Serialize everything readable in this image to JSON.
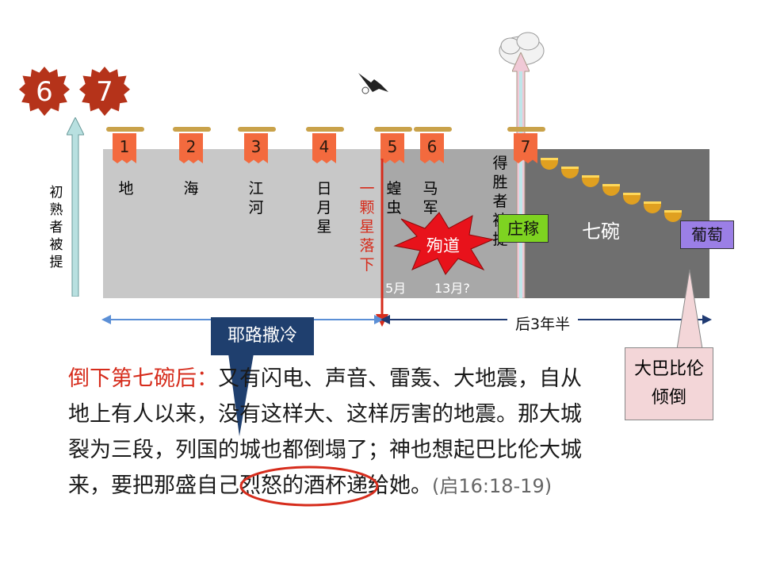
{
  "badges": [
    "6",
    "7"
  ],
  "left_vertical": "初熟者被提",
  "trumpets": [
    {
      "num": "1",
      "label": "地"
    },
    {
      "num": "2",
      "label": "海"
    },
    {
      "num": "3",
      "label": "江河"
    },
    {
      "num": "4",
      "label": "日月星"
    },
    {
      "num": "5",
      "label": "蝗虫"
    },
    {
      "num": "6",
      "label": "马军"
    },
    {
      "num": "7",
      "label": "得胜者被提"
    }
  ],
  "star_fall": "一颗星落下",
  "martyr": "殉道",
  "five_month": "5月",
  "thirteen_month": "13月?",
  "harvest": "庄稼",
  "seven_bowls": "七碗",
  "grapes": "葡萄",
  "jerusalem": "耶路撒冷",
  "after_3_half": "后3年半",
  "babylon": "大巴比伦倾倒",
  "text": {
    "lead": "倒下第七碗后：",
    "body": "又有闪电、声音、雷轰、大地震，自从地上有人以来，没有这样大、这样厉害的地震。那大城裂为三段，列国的城也都倒塌了；神也想起巴比伦大城来，要把那盛自己烈怒的酒杯递给她。",
    "ref": "(启16:18-19)"
  },
  "colors": {
    "timeline_gray": "#c8c8c8",
    "timeline_mid": "#a8a8a8",
    "timeline_dark": "#6f6f6f",
    "banner": "#f36a3e",
    "red": "#d62c1c",
    "harvest_bg": "#7ed321",
    "grapes_bg": "#9b7fe6",
    "jerusalem_bg": "#1f3f6e",
    "babylon_bg": "#f3d6d8"
  }
}
